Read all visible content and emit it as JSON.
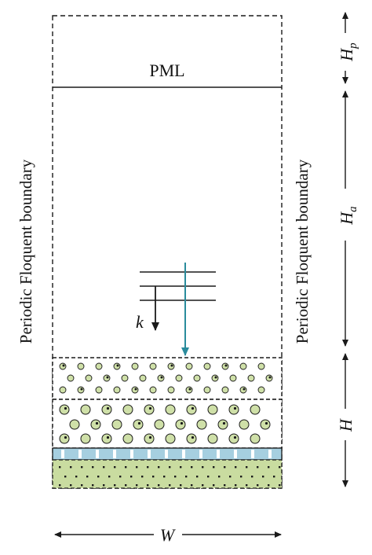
{
  "labels": {
    "pml": "PML",
    "left_boundary": "Periodic Floquent boundary",
    "right_boundary": "Periodic Floquent boundary",
    "wave_vector": "k",
    "width": "W",
    "dim_pml": "H",
    "dim_pml_sub": "p",
    "dim_air": "H",
    "dim_air_sub": "a",
    "dim_layers": "H"
  },
  "colors": {
    "line": "#1a1a1a",
    "incident_arrow": "#2a8b9c",
    "particle_fill": "#cfe0a8",
    "blue_strip": "#a6cfe0",
    "substrate_fill": "#c9dca0"
  }
}
